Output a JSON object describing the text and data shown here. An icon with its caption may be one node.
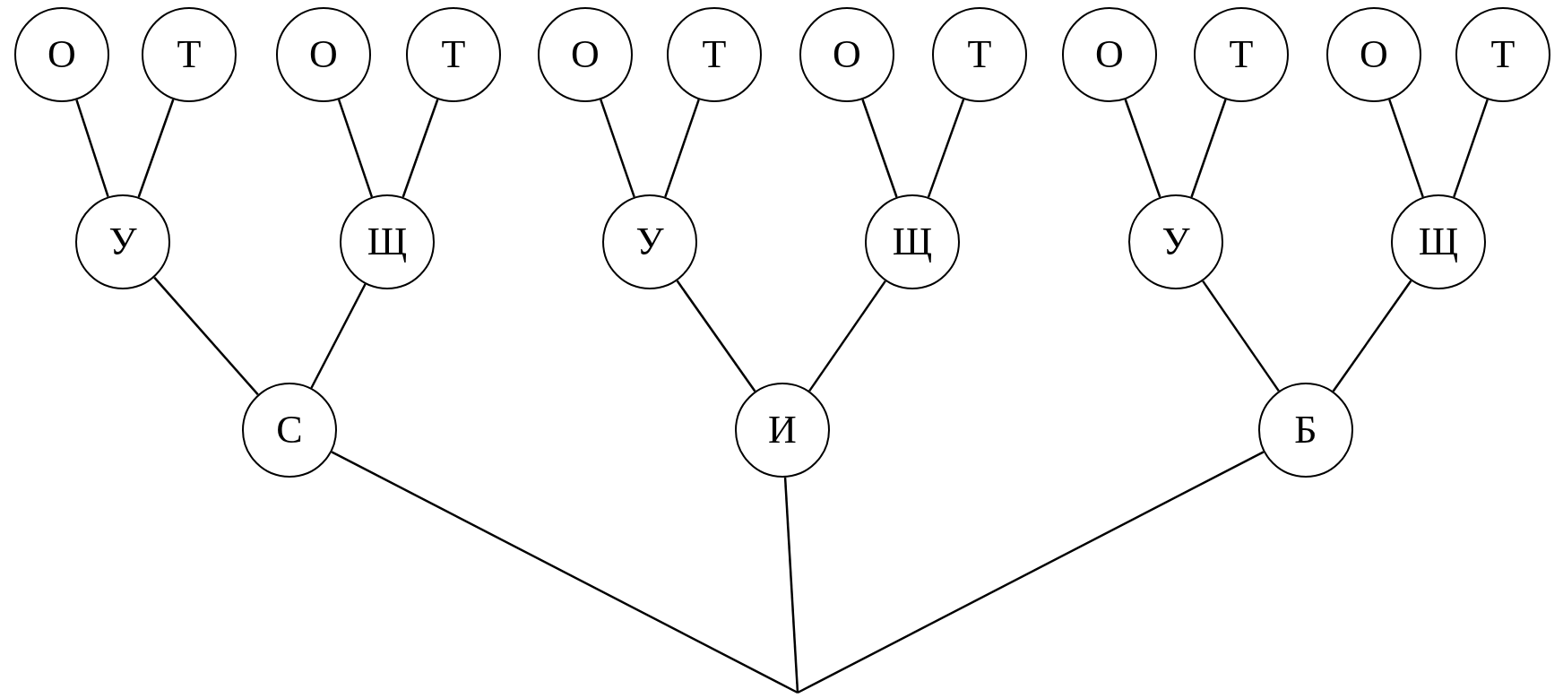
{
  "diagram": {
    "nodes": [
      {
        "text": [
          "О"
        ]
      },
      {
        "text": [
          "Т"
        ]
      },
      {
        "text": [
          "О"
        ]
      },
      {
        "text": [
          "Т"
        ]
      },
      {
        "text": [
          "О"
        ]
      },
      {
        "text": [
          "Т"
        ]
      },
      {
        "text": [
          "О"
        ]
      },
      {
        "text": [
          "Т"
        ]
      },
      {
        "text": [
          "О"
        ]
      },
      {
        "text": [
          "Т"
        ]
      },
      {
        "text": [
          "О"
        ]
      },
      {
        "text": [
          "Т"
        ]
      },
      {
        "text": [
          "У"
        ]
      },
      {
        "text": [
          "Щ"
        ]
      },
      {
        "text": [
          "У"
        ]
      },
      {
        "text": [
          "Щ"
        ]
      },
      {
        "text": [
          "У"
        ]
      },
      {
        "text": [
          "Щ"
        ]
      },
      {
        "text": [
          "С"
        ]
      },
      {
        "text": [
          "И"
        ]
      },
      {
        "text": [
          "Б"
        ]
      }
    ],
    "edges": [
      {
        "from": 0,
        "to": 12,
        "arrow": "none"
      },
      {
        "from": 1,
        "to": 12,
        "arrow": "none"
      },
      {
        "from": 2,
        "to": 13,
        "arrow": "none"
      },
      {
        "from": 3,
        "to": 13,
        "arrow": "none"
      },
      {
        "from": 4,
        "to": 14,
        "arrow": "none"
      },
      {
        "from": 5,
        "to": 14,
        "arrow": "none"
      },
      {
        "from": 6,
        "to": 15,
        "arrow": "none"
      },
      {
        "from": 7,
        "to": 15,
        "arrow": "none"
      },
      {
        "from": 8,
        "to": 16,
        "arrow": "none"
      },
      {
        "from": 9,
        "to": 16,
        "arrow": "none"
      },
      {
        "from": 10,
        "to": 17,
        "arrow": "none"
      },
      {
        "from": 11,
        "to": 17,
        "arrow": "none"
      },
      {
        "from": 12,
        "to": 18,
        "arrow": "none"
      },
      {
        "from": 13,
        "to": 18,
        "arrow": "none"
      },
      {
        "from": 14,
        "to": 19,
        "arrow": "none"
      },
      {
        "from": 15,
        "to": 19,
        "arrow": "none"
      },
      {
        "from": 16,
        "to": 20,
        "arrow": "none"
      },
      {
        "from": 17,
        "to": 20,
        "arrow": "none"
      },
      {
        "from": null,
        "to": 18,
        "arrow": "none"
      },
      {
        "from": null,
        "to": 19,
        "arrow": "none"
      },
      {
        "from": null,
        "to": 20,
        "arrow": "none"
      }
    ]
  }
}
